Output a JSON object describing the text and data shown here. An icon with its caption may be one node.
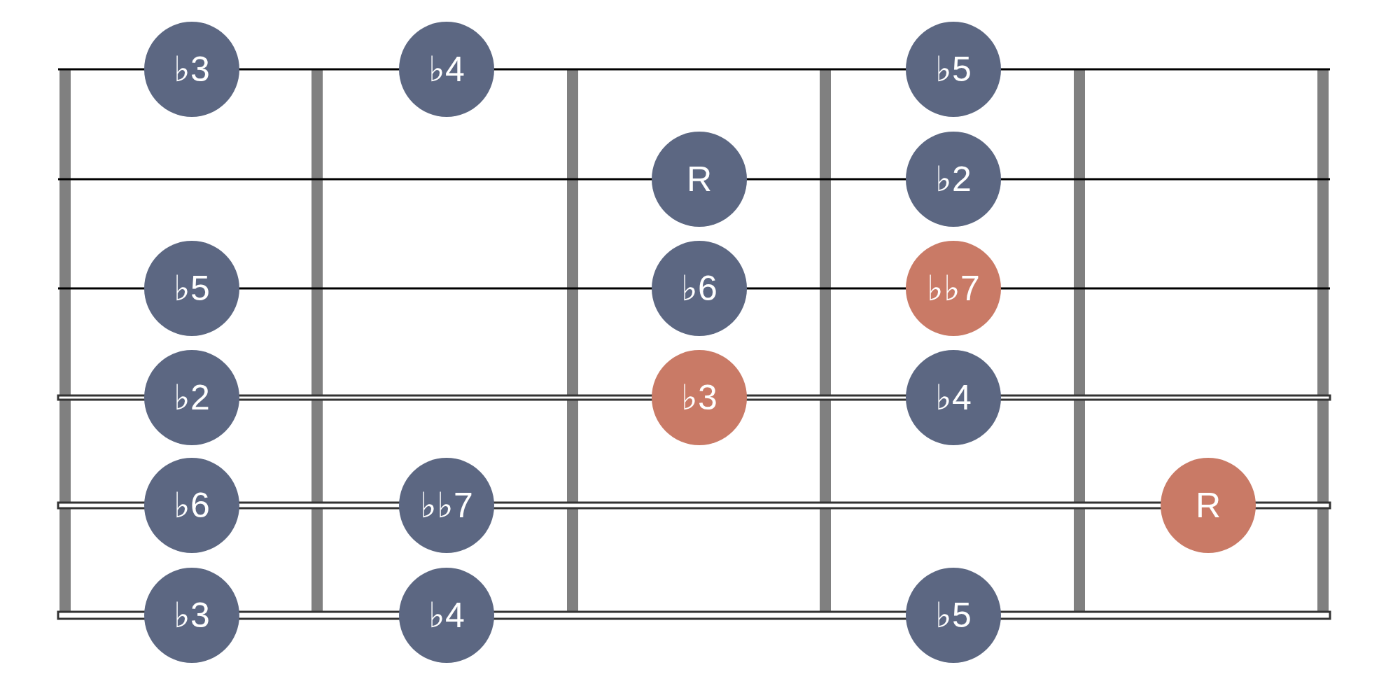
{
  "diagram": {
    "nodes": [
      {
        "text": [
          "♭3"
        ]
      },
      {
        "text": [
          "♭4"
        ]
      },
      {
        "text": [
          "♭5"
        ]
      },
      {
        "text": [
          "R"
        ]
      },
      {
        "text": [
          "♭2"
        ]
      },
      {
        "text": [
          "♭5"
        ]
      },
      {
        "text": [
          "♭6"
        ]
      },
      {
        "text": [
          "♭♭7"
        ]
      },
      {
        "text": [
          "♭2"
        ]
      },
      {
        "text": [
          "♭3"
        ]
      },
      {
        "text": [
          "♭4"
        ]
      },
      {
        "text": [
          "♭6"
        ]
      },
      {
        "text": [
          "♭♭7"
        ]
      },
      {
        "text": [
          "R"
        ]
      },
      {
        "text": [
          "♭3"
        ]
      },
      {
        "text": [
          "♭4"
        ]
      },
      {
        "text": [
          "♭5"
        ]
      }
    ]
  }
}
